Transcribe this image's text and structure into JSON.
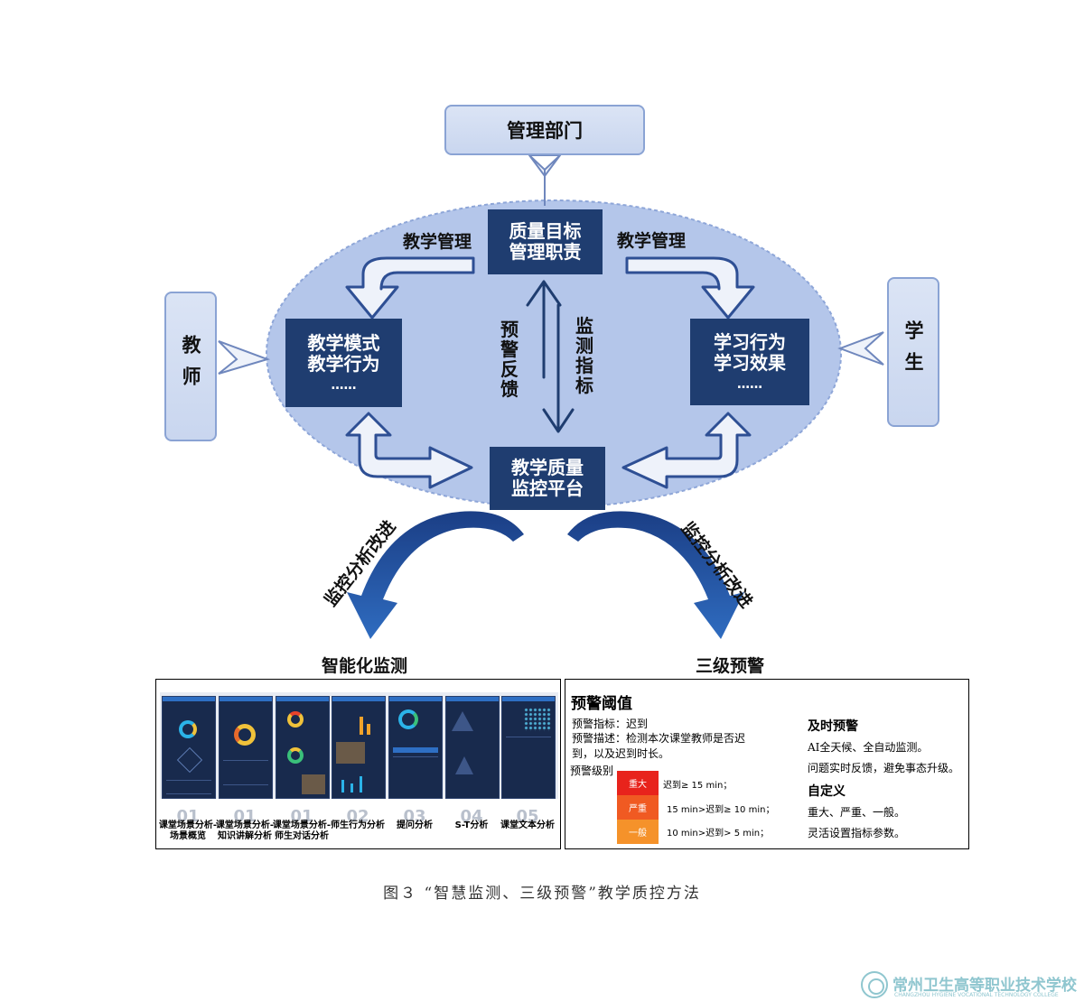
{
  "nodes": {
    "management_dept": "管理部门",
    "teacher": "教师",
    "student": "学生",
    "quality_target": [
      "质量目标",
      "管理职责"
    ],
    "teaching_mode": [
      "教学模式",
      "教学行为",
      "……"
    ],
    "learning_behavior": [
      "学习行为",
      "学习效果",
      "……"
    ],
    "platform": [
      "教学质量",
      "监控平台"
    ]
  },
  "labels": {
    "teaching_mgmt_left": "教学管理",
    "teaching_mgmt_right": "教学管理",
    "warning_feedback": "预警反馈",
    "monitor_indicator": "监测指标",
    "improve_left": "监控分析改进",
    "improve_right": "监控分析改进",
    "smart_monitoring": "智能化监测",
    "three_level_warning": "三级预警"
  },
  "modules": [
    {
      "num": "01",
      "caption": "课堂场景分析-场景概览"
    },
    {
      "num": "01",
      "caption": "课堂场景分析-知识讲解分析"
    },
    {
      "num": "01",
      "caption": "课堂场景分析-师生对话分析"
    },
    {
      "num": "02",
      "caption": "师生行为分析"
    },
    {
      "num": "03",
      "caption": "提问分析"
    },
    {
      "num": "04",
      "caption": "S-T分析"
    },
    {
      "num": "05",
      "caption": "课堂文本分析"
    }
  ],
  "warning_panel": {
    "title": "预警阈值",
    "indicator": "预警指标：迟到",
    "description_1": "预警描述：检测本次课堂教师是否迟",
    "description_2": "到，以及迟到时长。",
    "level_label": "预警级别",
    "levels": [
      {
        "name": "重大",
        "rule": "迟到≥ 15     min；",
        "color": "#e8231c"
      },
      {
        "name": "严重",
        "rule": "15    min>迟到≥   10     min；",
        "color": "#f05a22"
      },
      {
        "name": "一般",
        "rule": "10    min>迟到>   5      min；",
        "color": "#f5922a"
      }
    ],
    "timely_title": "及时预警",
    "timely_1": "AI全天候、全自动监测。",
    "timely_2": "问题实时反馈，避免事态升级。",
    "custom_title": "自定义",
    "custom_1": "重大、严重、一般。",
    "custom_2": "灵活设置指标参数。"
  },
  "figure_caption": "图３ “智慧监测、三级预警”教学质控方法",
  "watermark": {
    "cn": "常州卫生高等职业技术学校",
    "en": "CHANGZHOU HYGIENE VOCATIONAL TECHNOLOGY COLLEGE"
  },
  "colors": {
    "dark_box": "#1f3d70",
    "ellipse": "#b4c6ea",
    "arrow_fill": "#eef2fa",
    "arrow_stroke": "#2e4f94",
    "curve_arrow": "#1e4c96"
  }
}
